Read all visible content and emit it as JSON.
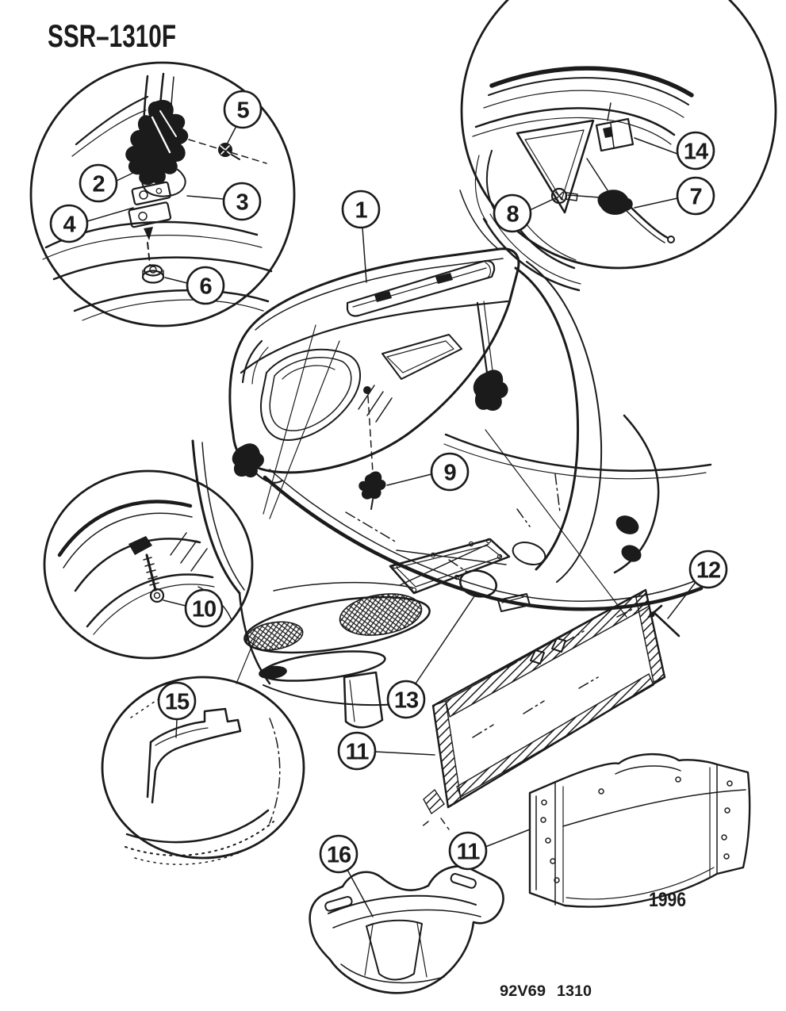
{
  "title": "SSR–1310F",
  "figure": {
    "code_left": "92V69",
    "code_right": "1310",
    "year_label": "1996"
  },
  "callouts": [
    {
      "number": "1"
    },
    {
      "number": "2"
    },
    {
      "number": "3"
    },
    {
      "number": "4"
    },
    {
      "number": "5"
    },
    {
      "number": "6"
    },
    {
      "number": "7"
    },
    {
      "number": "8"
    },
    {
      "number": "9"
    },
    {
      "number": "10"
    },
    {
      "number": "11"
    },
    {
      "number": "12"
    },
    {
      "number": "13"
    },
    {
      "number": "14"
    },
    {
      "number": "15"
    },
    {
      "number": "16"
    },
    {
      "number": "11"
    }
  ]
}
